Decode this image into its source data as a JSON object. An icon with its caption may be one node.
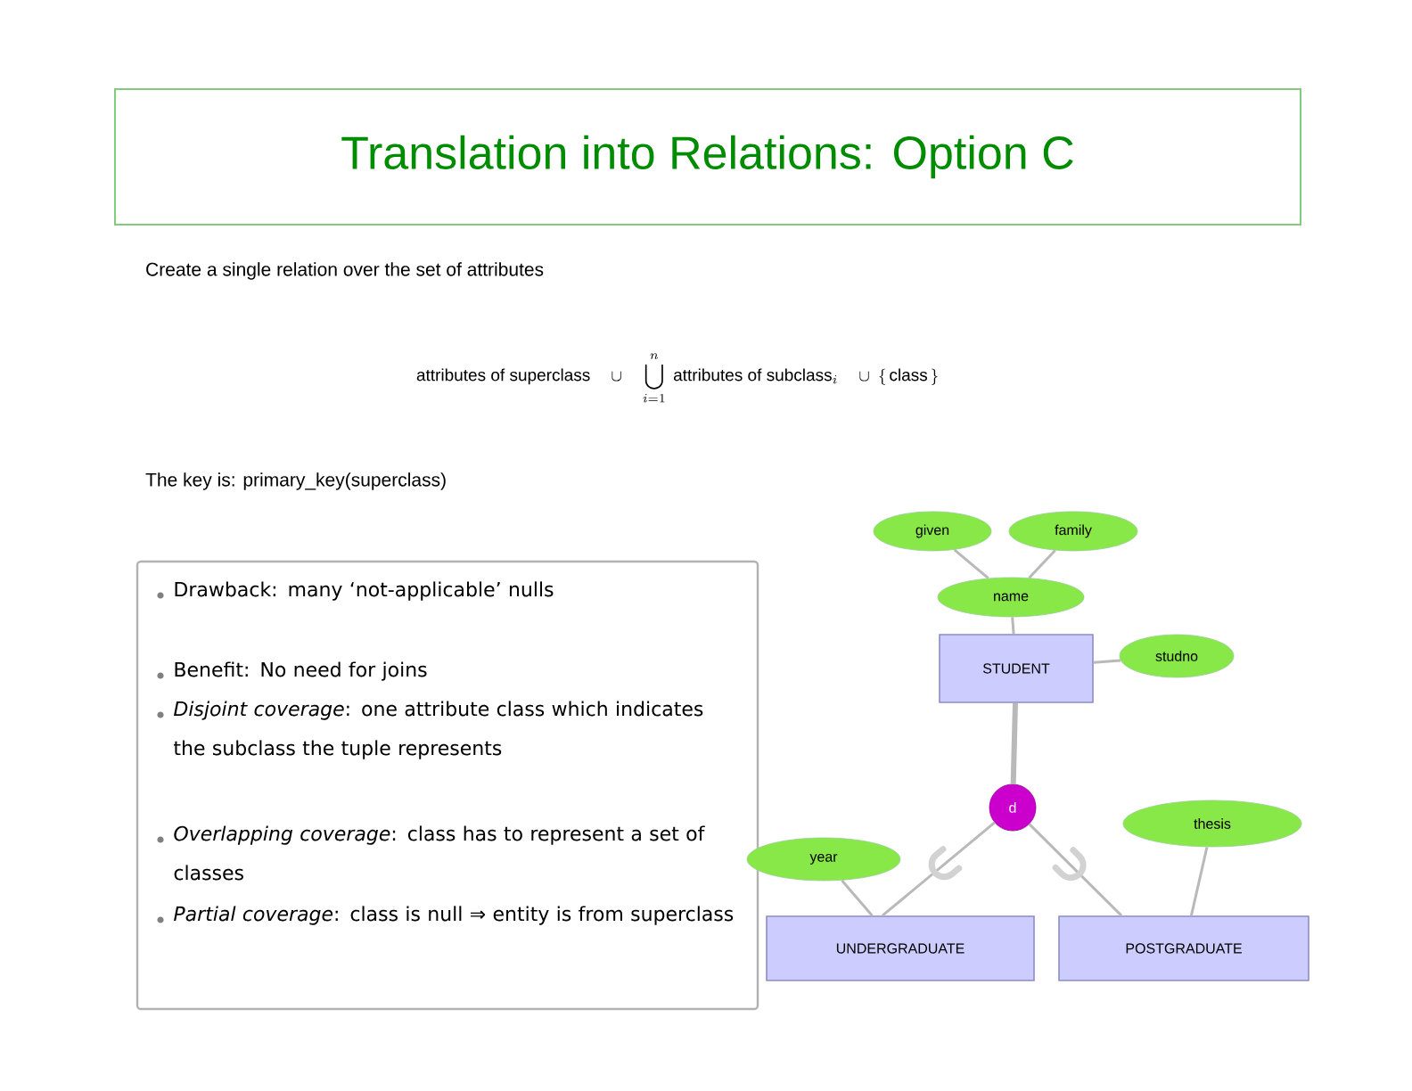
{
  "diagram": {
    "title": "Translation into Relations: Option C",
    "nodes": [
      {
        "text": [
          "given"
        ]
      },
      {
        "text": [
          "family"
        ]
      },
      {
        "text": [
          "name"
        ]
      },
      {
        "text": [
          "STUDENT"
        ]
      },
      {
        "text": [
          "studno"
        ]
      },
      {
        "text": [
          "d"
        ]
      },
      {
        "text": [
          "year"
        ]
      },
      {
        "text": [
          "thesis"
        ]
      },
      {
        "text": [
          "UNDERGRADUATE"
        ]
      },
      {
        "text": [
          "POSTGRADUATE"
        ]
      }
    ],
    "edges": [
      {
        "from": 0,
        "to": 2,
        "arrow": "none"
      },
      {
        "from": 1,
        "to": 2,
        "arrow": "none"
      },
      {
        "from": 2,
        "to": 3,
        "arrow": "none"
      },
      {
        "from": 4,
        "to": 3,
        "arrow": "none"
      },
      {
        "from": 3,
        "to": 5,
        "arrow": "none",
        "style": "thick"
      },
      {
        "from": 5,
        "to": 8,
        "arrow": "none"
      },
      {
        "from": 5,
        "to": 9,
        "arrow": "none"
      },
      {
        "from": 6,
        "to": 8,
        "arrow": "none"
      },
      {
        "from": 7,
        "to": 9,
        "arrow": "none"
      }
    ],
    "labels": [
      "Create a single relation over the set of attributes",
      "\\mathrm{attributes\\ of\\ superclass}\\quad\\cup\\quad\\bigcup_{i=1}^{n}\\ \\mathrm{attributes\\ of\\ subclass}_{i}\\quad\\cup\\ \\{\\,\\mathrm{class}\\,\\}",
      "The key is: primary_key(superclass)",
      "Drawback: many ‘not-applicable’ nulls",
      "Benefit: No need for joins",
      "*Disjoint coverage*: one attribute class which indicates the subclass the tuple represents",
      "*Overlapping coverage*: class has to represent a set of classes",
      "*Partial coverage*: class is null ⇒ entity is from superclass"
    ]
  }
}
